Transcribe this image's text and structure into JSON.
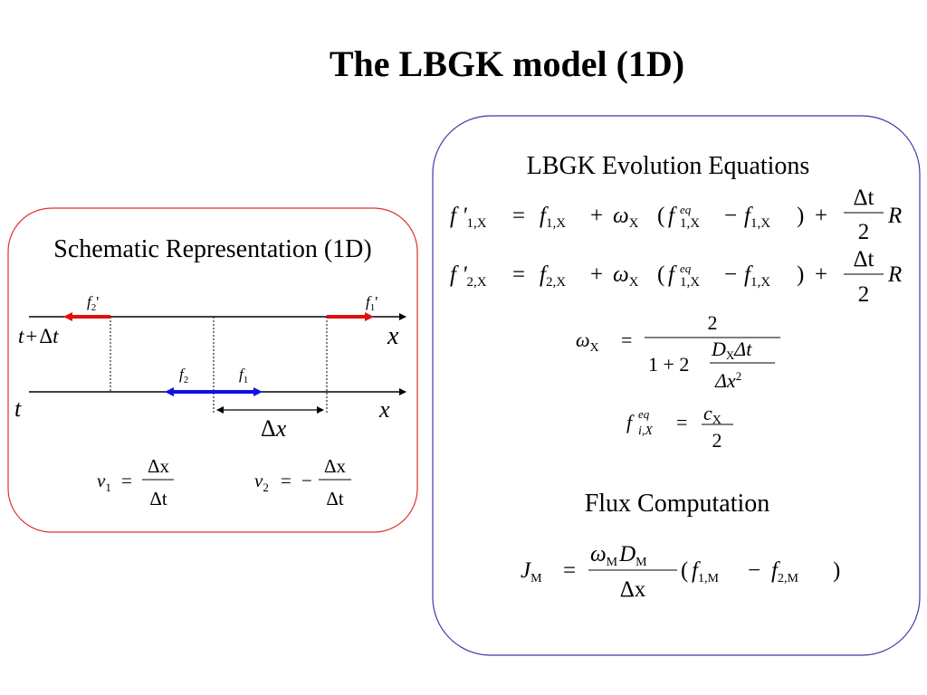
{
  "title": "The LBGK model (1D)",
  "colors": {
    "left_box_border": "#e03030",
    "right_box_border": "#3a3aa8",
    "arrow_red": "#e01010",
    "arrow_blue": "#1010e0",
    "line": "#000000"
  },
  "schematic": {
    "heading": "Schematic Representation (1D)",
    "top_time_label": {
      "t": "t",
      "plus": "+",
      "delta": "Δ",
      "t2": "t"
    },
    "top_axis_label": "x",
    "bottom_time_label": "t",
    "bottom_axis_label": "x",
    "f2_prime": {
      "f": "f",
      "sub": "2",
      "prime": "'"
    },
    "f1_prime": {
      "f": "f",
      "sub": "1",
      "prime": "'"
    },
    "f2": {
      "f": "f",
      "sub": "2"
    },
    "f1": {
      "f": "f",
      "sub": "1"
    },
    "dx_label": {
      "delta": "Δ",
      "x": "x"
    },
    "v1": {
      "v": "v",
      "sub": "1",
      "eq": "=",
      "num": "Δx",
      "den": "Δt"
    },
    "v2": {
      "v": "v",
      "sub": "2",
      "eq": "=",
      "minus": "−",
      "num": "Δx",
      "den": "Δt"
    }
  },
  "evolution": {
    "heading": "LBGK Evolution Equations",
    "eq1": {
      "lhs": "f '",
      "lhs_sub": "1,X",
      "eq": "=",
      "f": "f",
      "f_sub": "1,X",
      "plus": "+",
      "omega": "ω",
      "omega_sub": "X",
      "lp": "(",
      "feq": "f",
      "feq_sup": "eq",
      "feq_sub": "1,X",
      "minus": "−",
      "f2": "f",
      "f2_sub": "1,X",
      "rp": ")",
      "plus2": "+",
      "num": "Δt",
      "den": "2",
      "R": "R"
    },
    "eq2": {
      "lhs": "f '",
      "lhs_sub": "2,X",
      "eq": "=",
      "f": "f",
      "f_sub": "2,X",
      "plus": "+",
      "omega": "ω",
      "omega_sub": "X",
      "lp": "(",
      "feq": "f",
      "feq_sup": "eq",
      "feq_sub": "1,X",
      "minus": "−",
      "f2": "f",
      "f2_sub": "1,X",
      "rp": ")",
      "plus2": "+",
      "num": "Δt",
      "den": "2",
      "R": "R"
    },
    "omega_eq": {
      "omega": "ω",
      "sub": "X",
      "eq": "=",
      "num": "2",
      "den_a": "1 + 2",
      "inner_num": "D",
      "inner_num_sub": "X",
      "inner_num_tail": "Δt",
      "inner_den": "Δx",
      "inner_den_sup": "2"
    },
    "feq_eq": {
      "f": "f",
      "sup": "eq",
      "sub": "i,X",
      "eq": "=",
      "num": "c",
      "num_sub": "X",
      "den": "2"
    }
  },
  "flux": {
    "heading": "Flux Computation",
    "J": "J",
    "J_sub": "M",
    "eq": "=",
    "num_omega": "ω",
    "num_omega_sub": "M",
    "num_D": "D",
    "num_D_sub": "M",
    "den": "Δx",
    "lp": "(",
    "f1": "f",
    "f1_sub": "1,M",
    "minus": "−",
    "f2": "f",
    "f2_sub": "2,M",
    "rp": ")"
  }
}
